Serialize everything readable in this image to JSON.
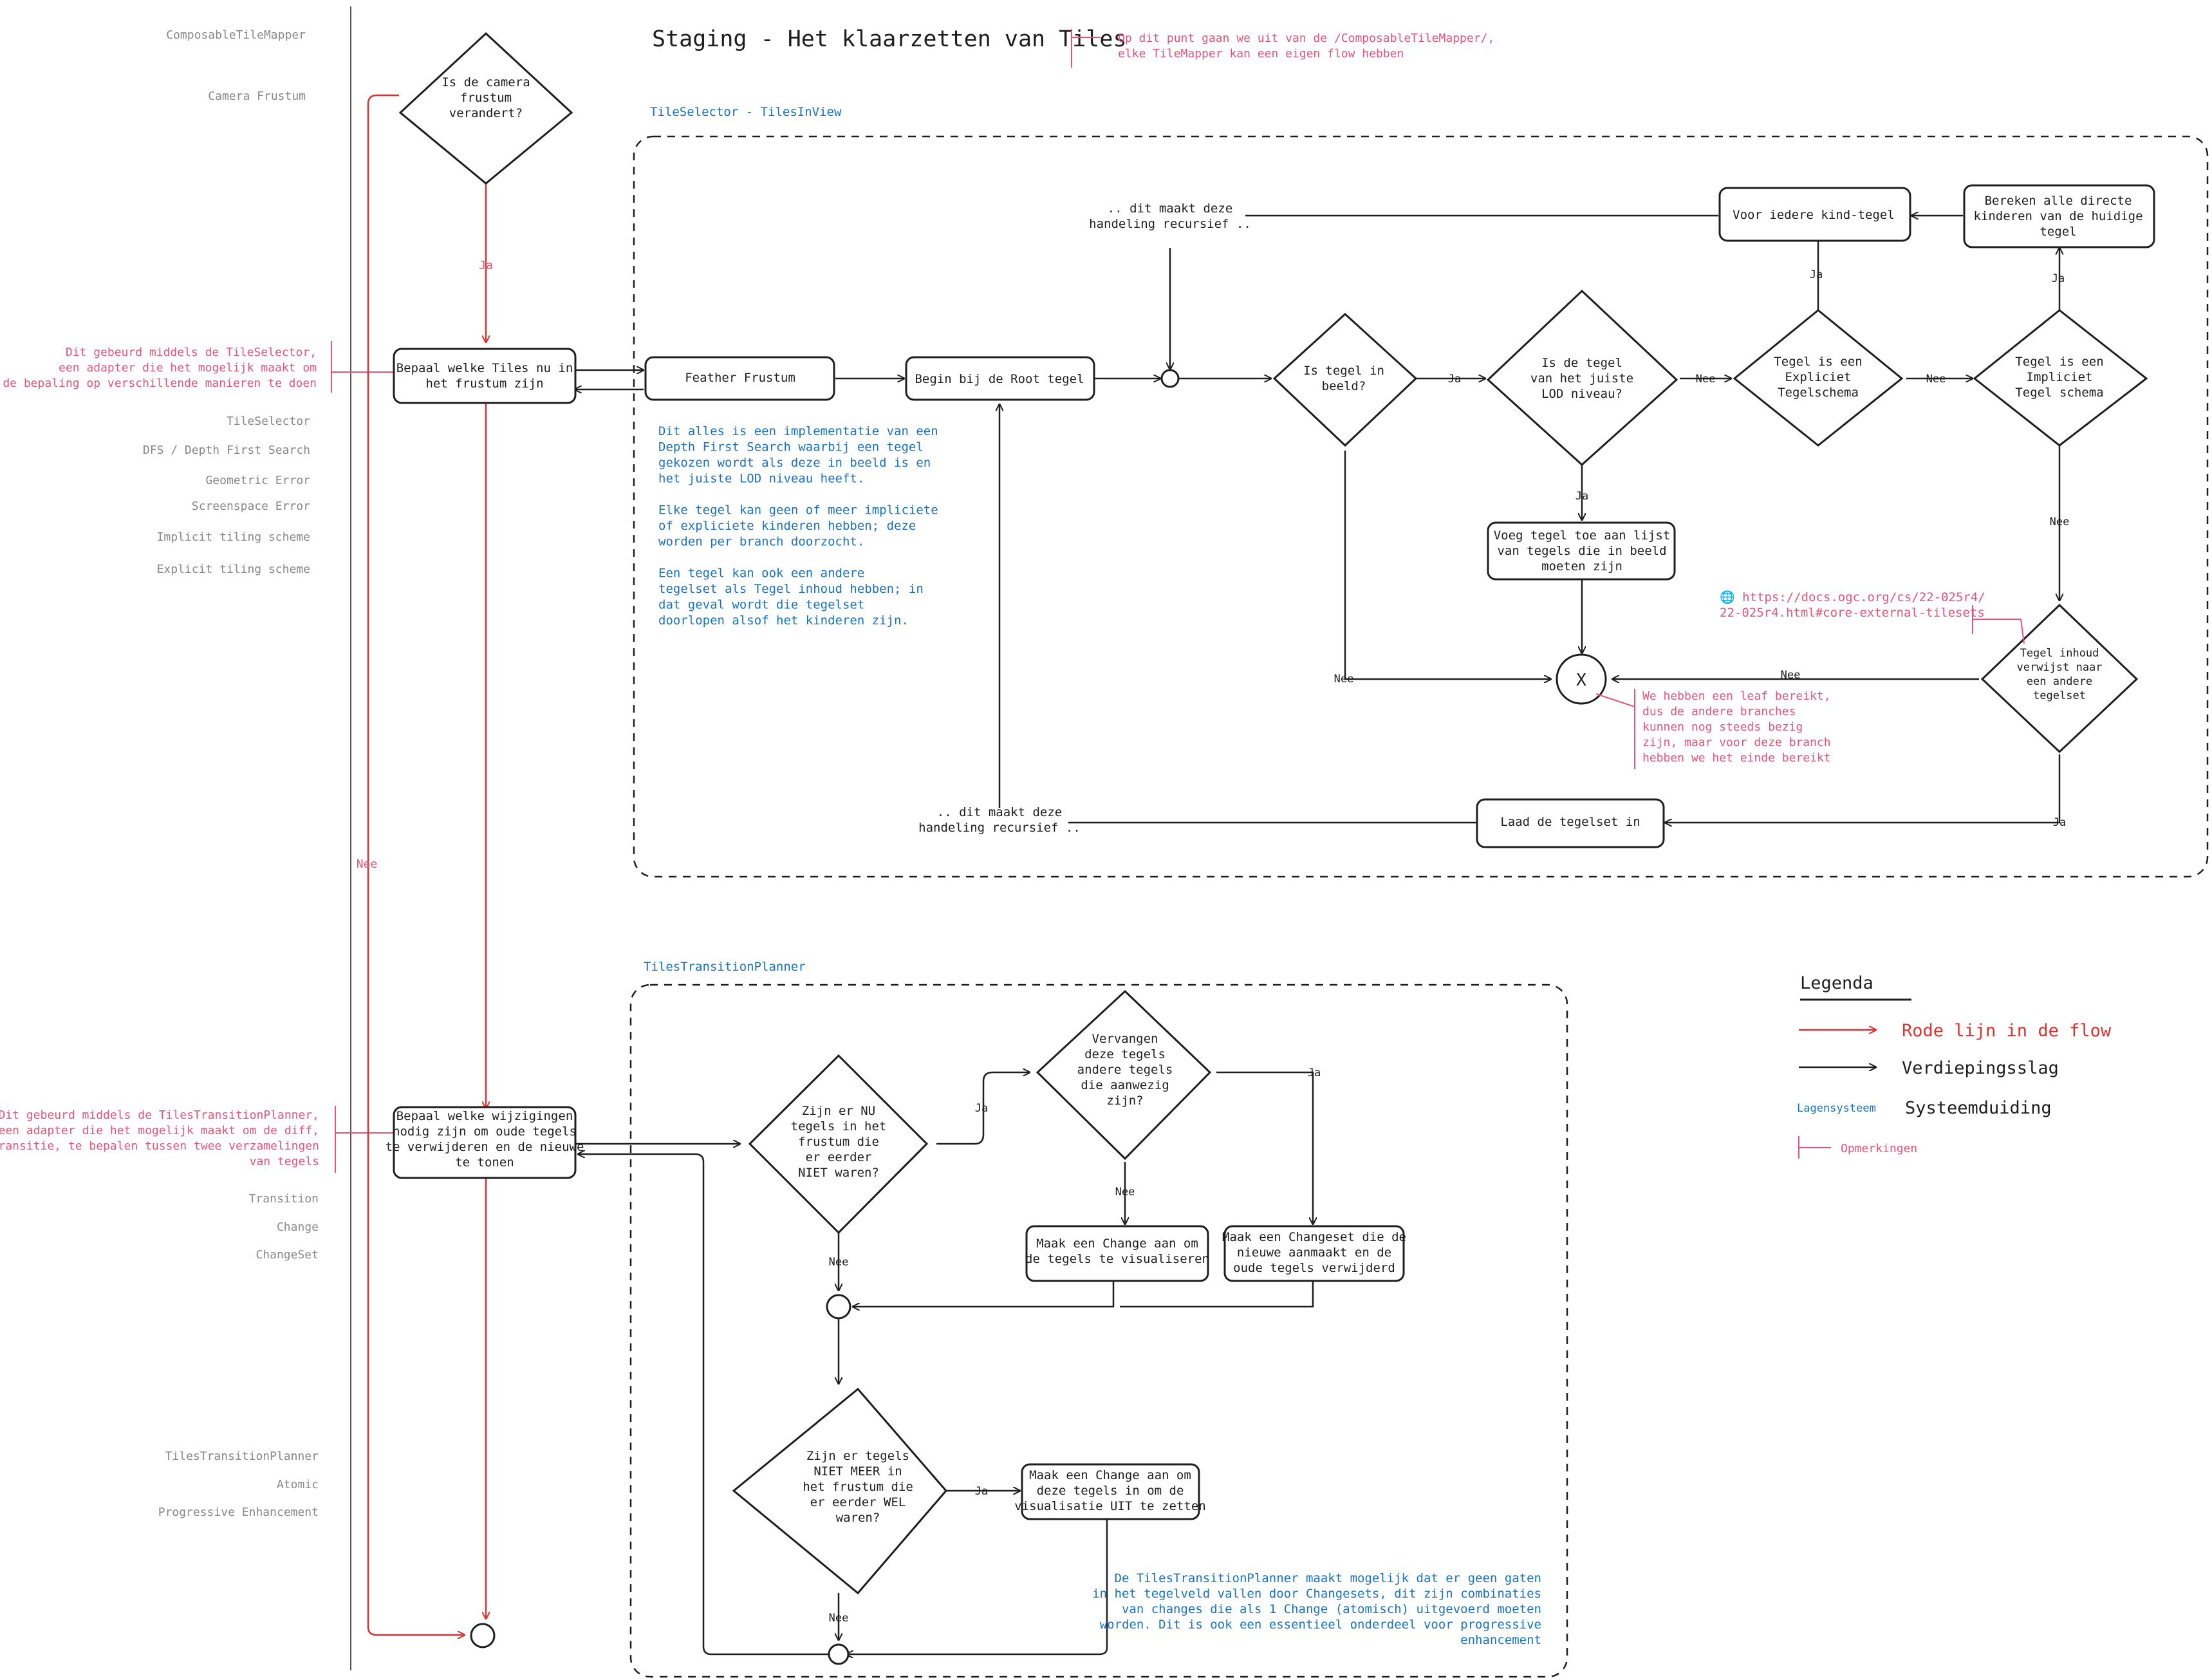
{
  "title": "Staging - Het klaarzetten van Tiles",
  "title_remark": [
    "Op dit punt gaan we uit van de /ComposableTileMapper/,",
    "elke TileMapper kan een eigen flow hebben"
  ],
  "sidebar": {
    "layers_top": [
      "ComposableTileMapper",
      "Camera Frustum"
    ],
    "layers_selector": [
      "TileSelector",
      "DFS / Depth First Search",
      "Geometric Error",
      "Screenspace Error",
      "Implicit tiling scheme",
      "Explicit tiling scheme"
    ],
    "layers_transition": [
      "Transition",
      "Change",
      "ChangeSet"
    ],
    "layers_bottom": [
      "TilesTransitionPlanner",
      "Atomic",
      "Progressive Enhancement"
    ],
    "remark_selector": [
      "Dit gebeurd middels de TileSelector,",
      "een adapter die het mogelijk maakt om",
      "de bepaling op verschillende manieren te doen"
    ],
    "remark_planner": [
      "Dit gebeurd middels de TilesTransitionPlanner,",
      "een adapter die het mogelijk maakt om de diff,",
      "of transitie, te bepalen tussen twee verzamelingen",
      "van tegels"
    ]
  },
  "groups": {
    "selector_label": "TileSelector - TilesInView",
    "planner_label": "TilesTransitionPlanner"
  },
  "nodes": {
    "camera_changed": [
      "Is de camera",
      "frustum",
      "verandert?"
    ],
    "determine_tiles": [
      "Bepaal welke Tiles nu in",
      "het frustum zijn"
    ],
    "determine_changes": [
      "Bepaal welke wijzigingen",
      "nodig zijn om oude tegels",
      "te verwijderen en de nieuwe",
      "te tonen"
    ],
    "feather_frustum": [
      "Feather Frustum"
    ],
    "root_tile": [
      "Begin bij de Root tegel"
    ],
    "tile_in_view": [
      "Is tegel in",
      "beeld?"
    ],
    "correct_lod": [
      "Is de tegel",
      "van het juiste",
      "LOD niveau?"
    ],
    "explicit_schema": [
      "Tegel is een",
      "Expliciet",
      "Tegelschema"
    ],
    "implicit_schema": [
      "Tegel is een",
      "Impliciet",
      "Tegel schema"
    ],
    "each_child": [
      "Voor iedere kind-tegel"
    ],
    "compute_children": [
      "Bereken alle directe",
      "kinderen van de huidige",
      "tegel"
    ],
    "add_tile": [
      "Voeg tegel toe aan lijst",
      "van tegels die in beeld",
      "moeten zijn"
    ],
    "external_tileset": [
      "Tegel inhoud",
      "verwijst naar",
      "een andere",
      "tegelset"
    ],
    "load_tileset": [
      "Laad de tegelset in"
    ],
    "end_x": "X",
    "recursive_top": [
      ".. dit maakt deze",
      "handeling recursief .."
    ],
    "recursive_bottom": [
      ".. dit maakt deze",
      "handeling recursief .."
    ],
    "new_tiles": [
      "Zijn er NU",
      "tegels in het",
      "frustum die",
      "er eerder",
      "NIET waren?"
    ],
    "replace_tiles": [
      "Vervangen",
      "deze tegels",
      "andere tegels",
      "die aanwezig",
      "zijn?"
    ],
    "make_change_show": [
      "Maak een Change aan om",
      "de tegels te visualiseren"
    ],
    "make_changeset": [
      "Maak een Changeset die de",
      "nieuwe aanmaakt en de",
      "oude tegels verwijderd"
    ],
    "removed_tiles": [
      "Zijn er tegels",
      "NIET MEER in",
      "het frustum die",
      "er eerder WEL",
      "waren?"
    ],
    "make_change_hide": [
      "Maak een Change aan om",
      "deze tegels in om de",
      "visualisatie UIT te zetten"
    ]
  },
  "edge_labels": {
    "ja": "Ja",
    "nee": "Nee"
  },
  "notes": {
    "dfs": [
      "Dit alles is een implementatie van een",
      "Depth First Search waarbij een tegel",
      "gekozen wordt als deze in beeld is en",
      "het juiste LOD niveau heeft.",
      "",
      "Elke tegel kan geen of meer impliciete",
      "of expliciete kinderen hebben; deze",
      "worden per branch doorzocht.",
      "",
      "Een tegel kan ook een andere",
      "tegelset als Tegel inhoud hebben; in",
      "dat geval wordt die tegelset",
      "doorlopen alsof het kinderen zijn."
    ],
    "link": [
      "🌐 https://docs.ogc.org/cs/22-025r4/",
      "22-025r4.html#core-external-tilesets"
    ],
    "leaf": [
      "We hebben een leaf bereikt,",
      "dus de andere branches",
      "kunnen nog steeds bezig",
      "zijn, maar voor deze branch",
      "hebben we het einde bereikt"
    ],
    "planner": [
      "De TilesTransitionPlanner maakt mogelijk dat er geen gaten",
      "in het tegelveld vallen door Changesets, dit zijn combinaties",
      "van changes die als 1 Change (atomisch) uitgevoerd moeten",
      "worden. Dit is ook een essentieel onderdeel voor progressive",
      "enhancement"
    ]
  },
  "legend": {
    "title": "Legenda",
    "red_flow": "Rode lijn in de flow",
    "deepening": "Verdiepingsslag",
    "layer_sample": "Lagensysteem",
    "layer_desc": "Systeemduiding",
    "remarks": "Opmerkingen"
  },
  "colors": {
    "red": "#e03131",
    "pink": "#e8537a",
    "blue": "#1971c2",
    "grey": "#888888",
    "ink": "#1e1e1e"
  }
}
